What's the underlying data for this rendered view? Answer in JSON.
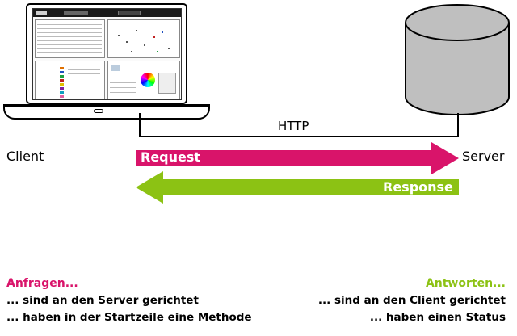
{
  "diagram": {
    "http_label": "HTTP",
    "client_label": "Client",
    "server_label": "Server",
    "request_label": "Request",
    "response_label": "Response"
  },
  "colors": {
    "request": "#d9146a",
    "response": "#8cc214",
    "server_fill": "#bfbfbf"
  },
  "captions": {
    "left": {
      "title": "Anfragen...",
      "lines": [
        "... sind an den Server gerichtet",
        "... haben in der Startzeile eine Methode"
      ]
    },
    "right": {
      "title": "Antworten...",
      "lines": [
        "... sind an den Client gerichtet",
        "... haben einen Status"
      ]
    }
  }
}
